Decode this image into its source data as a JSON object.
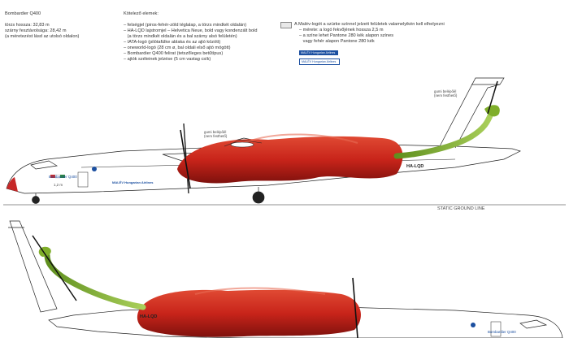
{
  "aircraft_block": {
    "title": "Bombardier Q400",
    "lines": [
      "törzs hossza: 32,83 m",
      "szárny fesztávolsága: 28,42 m",
      "(a méretezést lásd az utolsó oldalon)"
    ]
  },
  "required_block": {
    "title": "Kötelező elemek:",
    "items": [
      "– felségjel (piros-fehér-zöld téglalap, a törzs mindkét oldalán)",
      "– HA-LQD lajstromjel – Helvetica Neue, bold vagy kondenzált bold",
      "   (a törzs mindkét oldalán és a bal szárny alsó felületén)",
      "– IATA-logó (pilótafülke ablaka és az ajtó között)",
      "– oneworld-logó (28 cm ø, bal oldali első ajtó mögött)",
      "– Bombardier Q400 felirat (tetszőleges betűtípus)",
      "– ajtók széleinek jelzése (5 cm vastag csík)"
    ]
  },
  "legend_block": {
    "lines": [
      "A Malév-logót a szürke színnel jelzett felületek valamelyikén kell elhelyezni",
      "– mérete: a logó fekvőjének hossza 2,5 m",
      "– a színe lehet Pantone 280 kék alapon színes",
      "   vagy fehér alapon Pantone 280 kék"
    ],
    "logo_samples": [
      "MALÉV Hungarian Airlines",
      "MALÉV Hungarian Airlines"
    ]
  },
  "annotations": {
    "tail_inlet": "gumi belépőél\n(nem festhető)",
    "prop_inlet": "gumi belépőél\n(nem festhető)",
    "ground_line": "STATIC GROUND LINE",
    "registration_top": "HA-LQD",
    "registration_bottom": "HA-LQD",
    "bombardier_label_top": "Bombardier Q400",
    "bombardier_label_bottom": "Bombardier Q400",
    "door_dim": "1,2 m",
    "fuselage_logo": "MALÉV Hungarian Airlines"
  },
  "colors": {
    "pepper_red": "#c8241a",
    "pepper_dark": "#8e1410",
    "stem_green": "#7fae2a",
    "outline": "#222222",
    "nose_red": "#c62828",
    "malev_blue": "#1b4fa0"
  }
}
